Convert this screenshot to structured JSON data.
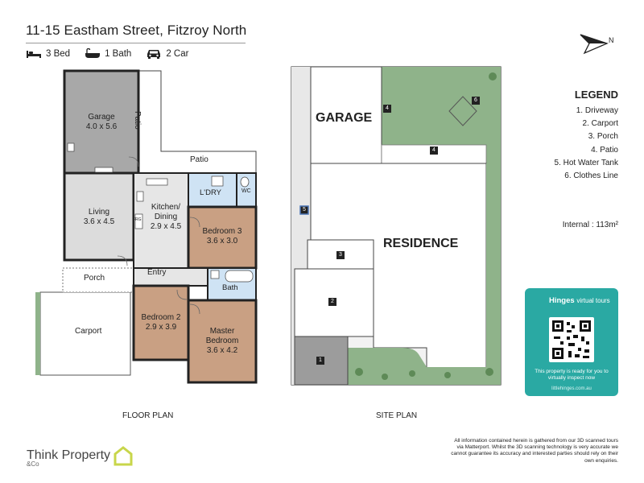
{
  "address": "11-15 Eastham Street, Fitzroy North",
  "features": [
    {
      "icon": "bed-icon",
      "label": "3 Bed"
    },
    {
      "icon": "bath-icon",
      "label": "1 Bath"
    },
    {
      "icon": "car-icon",
      "label": "2 Car"
    }
  ],
  "compass_label": "N",
  "floor_plan": {
    "caption": "FLOOR PLAN",
    "rooms": {
      "garage_name": "Garage",
      "garage_size": "4.0 x 5.6",
      "living_name": "Living",
      "living_size": "3.6 x 4.5",
      "kitchen_name": "Kitchen/",
      "kitchen_name2": "Dining",
      "kitchen_size": "2.9 x 4.5",
      "bed3_name": "Bedroom 3",
      "bed3_size": "3.6 x 3.0",
      "bed2_name": "Bedroom 2",
      "bed2_size": "2.9 x 3.9",
      "master_name": "Master",
      "master_name2": "Bedroom",
      "master_size": "3.6 x 4.2",
      "laundry": "L'DRY",
      "wc": "WC",
      "bath": "Bath",
      "entry": "Entry",
      "porch": "Porch",
      "carport": "Carport",
      "patio_top": "Patio",
      "patio_side": "Patio",
      "fridge": "FRG"
    }
  },
  "site_plan": {
    "caption": "SITE PLAN",
    "garage_label": "GARAGE",
    "residence_label": "RESIDENCE",
    "markers": [
      "1",
      "2",
      "3",
      "4",
      "4",
      "5",
      "6"
    ]
  },
  "legend": {
    "heading": "LEGEND",
    "items": [
      "1. Driveway",
      "2. Carport",
      "3. Porch",
      "4. Patio",
      "5. Hot Water Tank",
      "6. Clothes Line"
    ]
  },
  "internal_area": "Internal : 113m²",
  "virtual_tours": {
    "brand_a": "Hinges",
    "brand_b": "virtual tours",
    "note": "This property is ready for you to virtually inspect now",
    "url": "littlehinges.com.au"
  },
  "agency": {
    "name": "Think Property",
    "sub": "&Co"
  },
  "disclaimer": "All information contained herein is gathered from our 3D scanned tours via Matterport. Whilst the 3D scanning technology is very accurate we cannot guarantee its accuracy and interested parties should rely on their own enquiries.",
  "colors": {
    "garage": "#a8a8a8",
    "living": "#dcdcdc",
    "bedroom": "#c9a083",
    "wet": "#cfe3f4",
    "tile": "#e3e3e3",
    "lawn": "#8fb38a",
    "teal": "#2aa9a3"
  }
}
